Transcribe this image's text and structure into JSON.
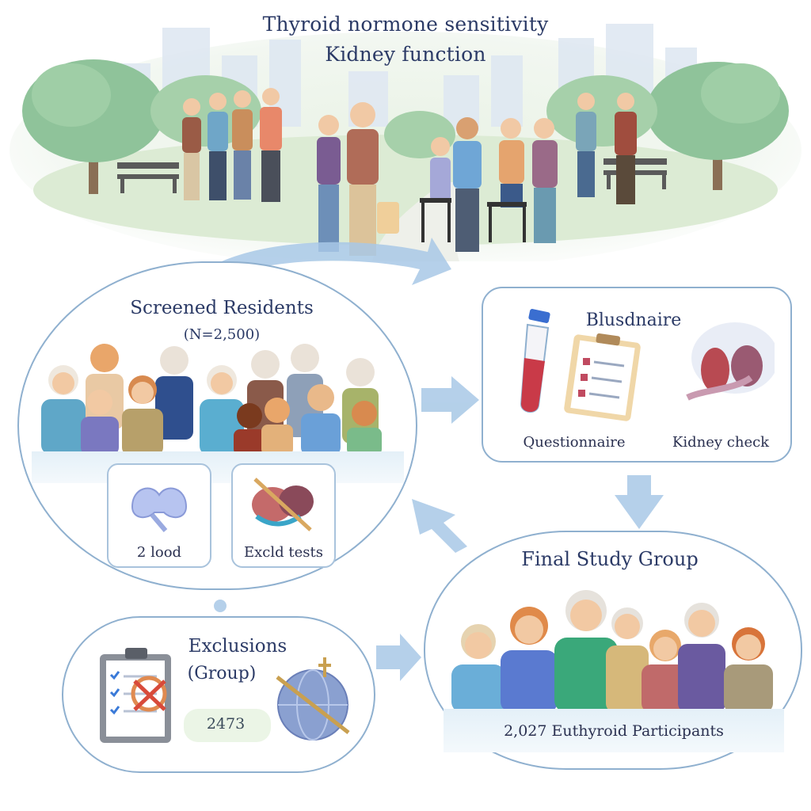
{
  "header": {
    "title_line1": "Thyroid normone sensitivity",
    "title_line2": "Kidney function"
  },
  "screened": {
    "title": "Screened Residents",
    "count": "(N=2,500)",
    "tile_left_label": "2 lood",
    "tile_right_label": "Excld tests"
  },
  "assessments": {
    "title": "Blusdnaire",
    "questionnaire_label": "Questionnaire",
    "kidney_label": "Kidney check"
  },
  "exclusions": {
    "title_line1": "Exclusions",
    "title_line2": "(Group)",
    "count": "2473"
  },
  "final": {
    "title": "Final Study Group",
    "caption": "2,027 Euthyroid Participants"
  },
  "colors": {
    "panel_border": "#8fb0cf",
    "arrow": "#a8c8e6",
    "title_text": "#2b3a66"
  },
  "icons": [
    "blood-tube-icon",
    "clipboard-icon",
    "kidney-icon",
    "thyroid-icon",
    "crossed-organ-icon",
    "crossed-clipboard-icon",
    "crossed-globe-icon"
  ]
}
